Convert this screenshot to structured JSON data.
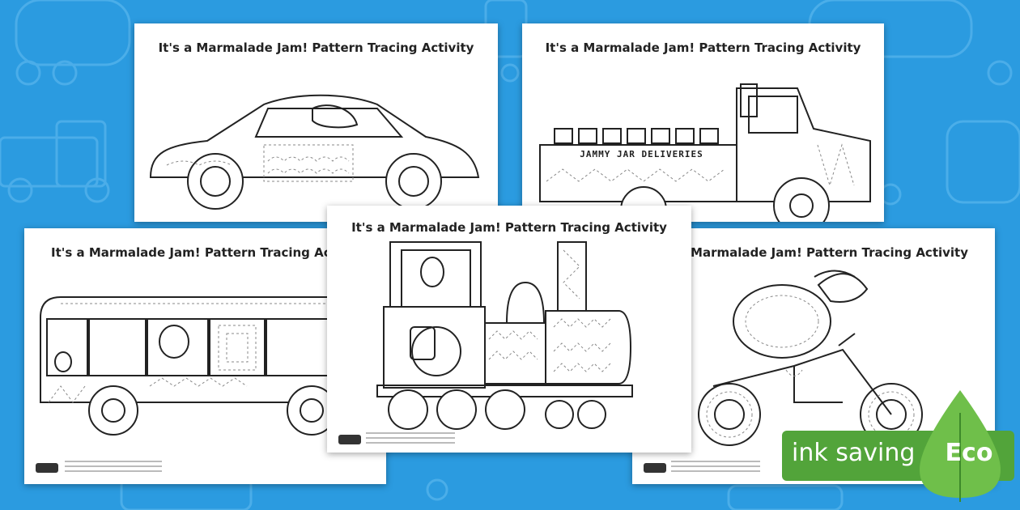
{
  "background": {
    "color": "#2b9be0",
    "accent": "#4fb0ea"
  },
  "sheets": [
    {
      "title": "It's a Marmalade Jam! Pattern Tracing Activity",
      "illustration": "car-with-character-icon"
    },
    {
      "title": "It's a Marmalade Jam! Pattern Tracing Activity",
      "illustration": "jam-delivery-truck-icon",
      "truck_sign": "JAMMY JAR DELIVERIES"
    },
    {
      "title": "It's a Marmalade Jam! Pattern Tracing Activity",
      "illustration": "bus-with-animals-icon"
    },
    {
      "title": "It's a Marmalade Jam! Pattern Tracing Activity",
      "illustration": "steam-train-icon"
    },
    {
      "title": "It's a Marmalade Jam! Pattern Tracing Activity",
      "illustration": "tortoise-on-motorbike-icon"
    }
  ],
  "badge": {
    "label": "ink saving",
    "eco": "Eco",
    "color": "#52a43a",
    "icon": "leaf-drop-icon"
  }
}
